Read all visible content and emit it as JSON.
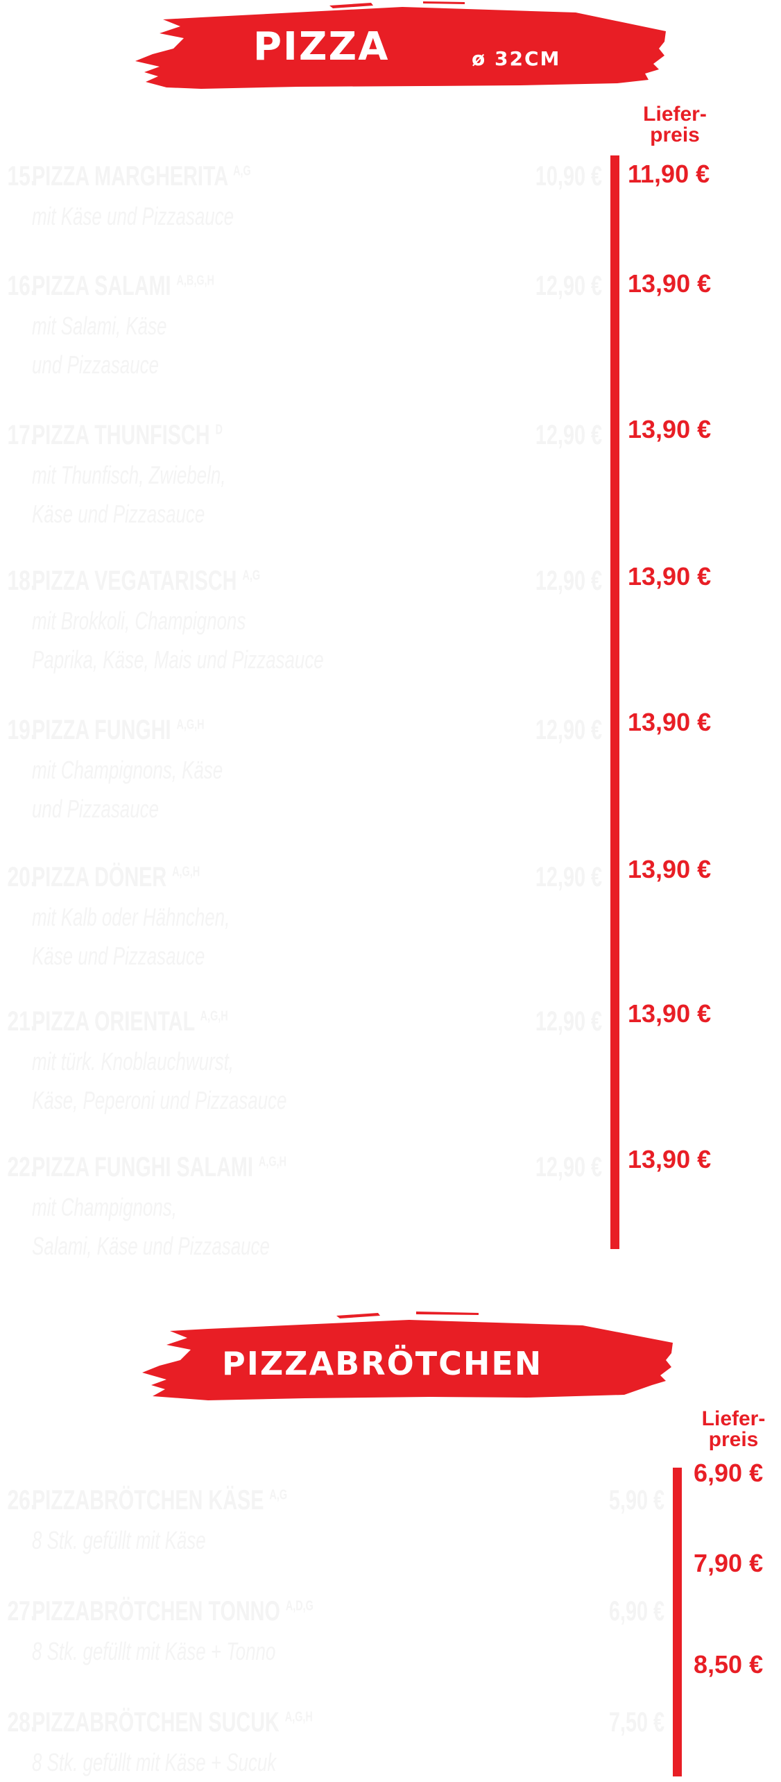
{
  "colors": {
    "accent": "#e81e25",
    "faint_text": "#f4f4f4"
  },
  "pizza": {
    "title": "PIZZA",
    "size": "ø 32CM",
    "delivery_label_1": "Liefer-",
    "delivery_label_2": "preis",
    "items": [
      {
        "num": "15.",
        "name": "PIZZA MARGHERITA",
        "allergens": "A,G",
        "desc": "mit Käse und Pizzasauce",
        "pickup": "10,90 €",
        "delivery": "11,90 €"
      },
      {
        "num": "16.",
        "name": "PIZZA SALAMI",
        "allergens": "A,B,G,H",
        "desc": "mit Salami, Käse\nund Pizzasauce",
        "pickup": "12,90 €",
        "delivery": "13,90 €"
      },
      {
        "num": "17.",
        "name": "PIZZA THUNFISCH",
        "allergens": "D",
        "desc": "mit Thunfisch, Zwiebeln,\nKäse und Pizzasauce",
        "pickup": "12,90 €",
        "delivery": "13,90 €"
      },
      {
        "num": "18.",
        "name": "PIZZA VEGATARISCH",
        "allergens": "A,G",
        "desc": "mit Brokkoli, Champignons\nPaprika, Käse, Mais und Pizzasauce",
        "pickup": "12,90 €",
        "delivery": "13,90 €"
      },
      {
        "num": "19.",
        "name": "PIZZA FUNGHI",
        "allergens": "A,G,H",
        "desc": "mit Champignons, Käse\nund Pizzasauce",
        "pickup": "12,90 €",
        "delivery": "13,90 €"
      },
      {
        "num": "20.",
        "name": "PIZZA DÖNER",
        "allergens": "A,G,H",
        "desc": "mit Kalb oder Hähnchen,\nKäse und Pizzasauce",
        "pickup": "12,90 €",
        "delivery": "13,90 €"
      },
      {
        "num": "21.",
        "name": "PIZZA ORIENTAL",
        "allergens": "A,G,H",
        "desc": "mit türk. Knoblauchwurst,\nKäse, Peperoni und Pizzasauce",
        "pickup": "12,90 €",
        "delivery": "13,90 €"
      },
      {
        "num": "22.",
        "name": "PIZZA FUNGHI SALAMI",
        "allergens": "A,G,H",
        "desc": "mit Champignons,\nSalami, Käse und Pizzasauce",
        "pickup": "12,90 €",
        "delivery": "13,90 €"
      }
    ]
  },
  "rolls": {
    "title": "PIZZABRÖTCHEN",
    "delivery_label_1": "Liefer-",
    "delivery_label_2": "preis",
    "items": [
      {
        "num": "26.",
        "name": "PIZZABRÖTCHEN KÄSE",
        "allergens": "A,G",
        "desc": "8 Stk. gefüllt mit Käse",
        "pickup": "5,90 €",
        "delivery": "6,90 €"
      },
      {
        "num": "27.",
        "name": "PIZZABRÖTCHEN TONNO",
        "allergens": "A,D,G",
        "desc": "8 Stk. gefüllt mit Käse + Tonno",
        "pickup": "6,90 €",
        "delivery": "7,90 €"
      },
      {
        "num": "28.",
        "name": "PIZZABRÖTCHEN SUCUK",
        "allergens": "A,G,H",
        "desc": "8 Stk. gefüllt mit Käse + Sucuk",
        "pickup": "7,50 €",
        "delivery": "8,50 €"
      }
    ]
  }
}
